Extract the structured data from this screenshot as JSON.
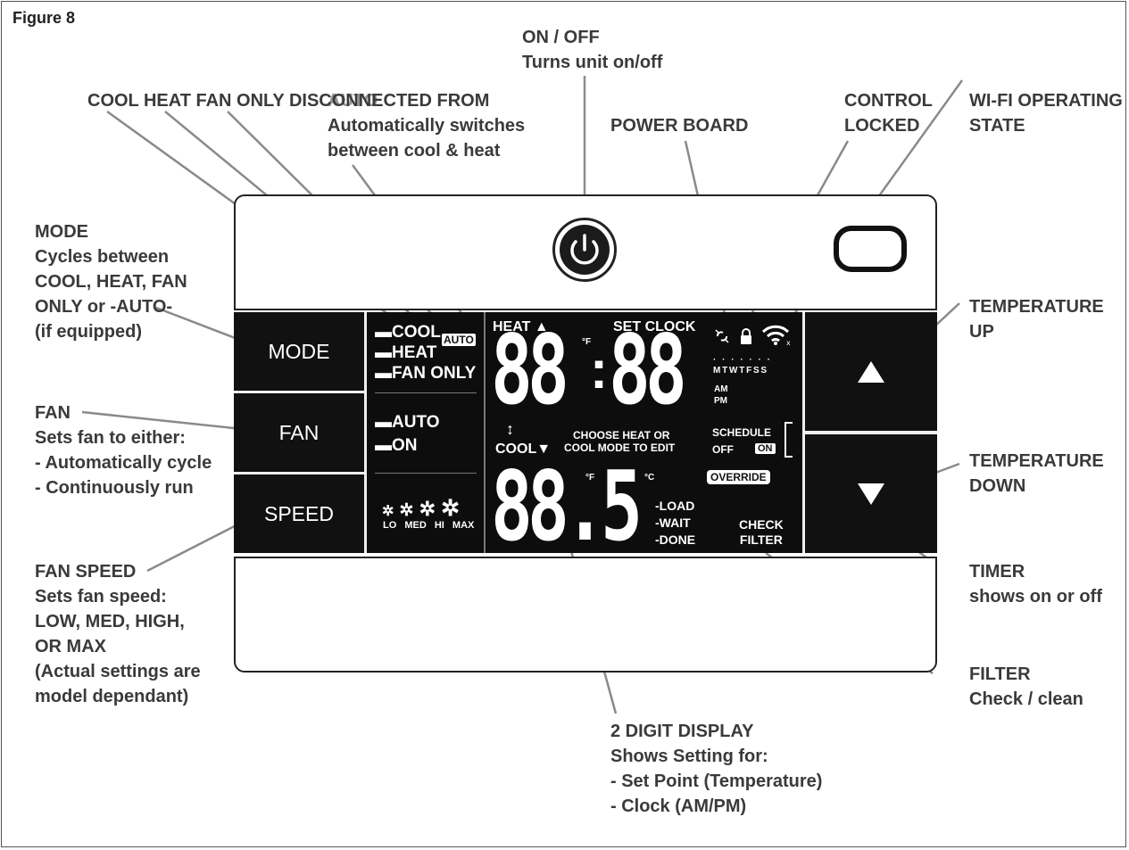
{
  "figure_label": "Figure 8",
  "callouts": {
    "on_off": [
      "ON / OFF",
      "Turns unit on/off"
    ],
    "cool_heat": "COOL HEAT FAN ONLY DISCONNECTED FROM",
    "auto_switch": [
      "AUTO",
      "Automatically switches",
      "between cool & heat"
    ],
    "power_board": "POWER BOARD",
    "control_locked": [
      "CONTROL",
      "LOCKED"
    ],
    "wifi_state": [
      "WI-FI OPERATING",
      "STATE"
    ],
    "mode": [
      "MODE",
      "Cycles between",
      "COOL, HEAT, FAN",
      "ONLY or -AUTO-",
      "(if equipped)"
    ],
    "fan": [
      "FAN",
      "Sets fan to either:",
      "- Automatically cycle",
      "- Continuously run"
    ],
    "fan_speed": [
      "FAN SPEED",
      "Sets fan speed:",
      "LOW, MED, HIGH,",
      "OR MAX",
      "(Actual settings are",
      "model dependant)"
    ],
    "temp_up": [
      "TEMPERATURE",
      "UP"
    ],
    "temp_down": [
      "TEMPERATURE",
      "DOWN"
    ],
    "timer": [
      "TIMER",
      "shows on or off"
    ],
    "filter": [
      "FILTER",
      "Check / clean"
    ],
    "two_digit": [
      "2 DIGIT DISPLAY",
      "Shows Setting for:",
      "- Set Point (Temperature)",
      "- Clock (AM/PM)"
    ]
  },
  "panel": {
    "mode_label": "MODE",
    "fan_label": "FAN",
    "speed_label": "SPEED",
    "modes": [
      "COOL",
      "HEAT",
      "FAN ONLY"
    ],
    "auto_badge": "AUTO",
    "fan_modes": [
      "AUTO",
      "ON"
    ],
    "speeds": [
      "LO",
      "MED",
      "HI",
      "MAX"
    ],
    "heat_label": "HEAT",
    "set_label": "SET",
    "clock_label": "CLOCK",
    "top_digits": "88",
    "top_digits2": "88",
    "colon": ":",
    "deg_f": "°F",
    "deg_c": "°C",
    "days": "M T W T F S S",
    "am": "AM",
    "pm": "PM",
    "cool_label": "COOL",
    "arrow_updown": "↕",
    "choose_line1": "CHOOSE HEAT OR",
    "choose_line2": "COOL MODE TO EDIT",
    "schedule": "SCHEDULE",
    "off": "OFF",
    "on": "ON",
    "override": "OVERRIDE",
    "bottom_digits": "88.5",
    "load": "LOAD",
    "wait": "WAIT",
    "done": "DONE",
    "check": "CHECK",
    "filter": "FILTER"
  },
  "icons": [
    "power-icon",
    "power-board-icon",
    "lock-icon",
    "wifi-icon",
    "fan-lo-icon",
    "fan-med-icon",
    "fan-hi-icon",
    "fan-max-icon",
    "temp-up-arrow-icon",
    "temp-down-arrow-icon"
  ]
}
